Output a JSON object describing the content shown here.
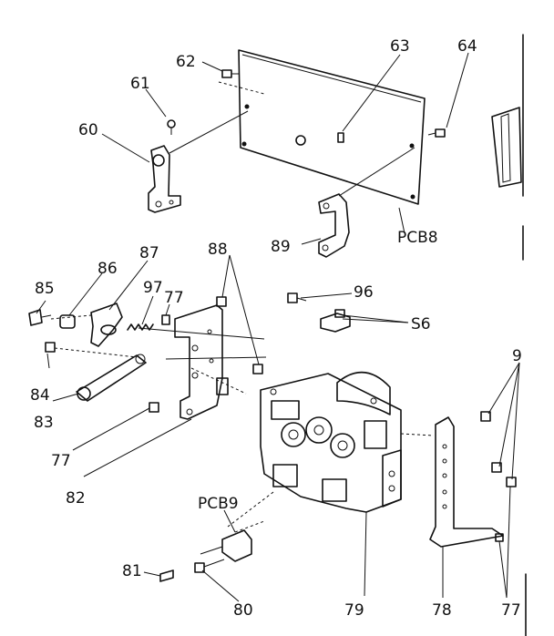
{
  "callouts": {
    "c60": "60",
    "c61": "61",
    "c62": "62",
    "c63": "63",
    "c64": "64",
    "c89": "89",
    "cPCB8": "PCB8",
    "c85": "85",
    "c86": "86",
    "c87": "87",
    "c97": "97",
    "c77a": "77",
    "c88": "88",
    "c96": "96",
    "cS6": "S6",
    "c84": "84",
    "c83": "83",
    "c77b": "77",
    "c82": "82",
    "c9x": "9",
    "cPCB9": "PCB9",
    "c81": "81",
    "c80": "80",
    "c79": "79",
    "c78": "78",
    "c77c": "77"
  }
}
